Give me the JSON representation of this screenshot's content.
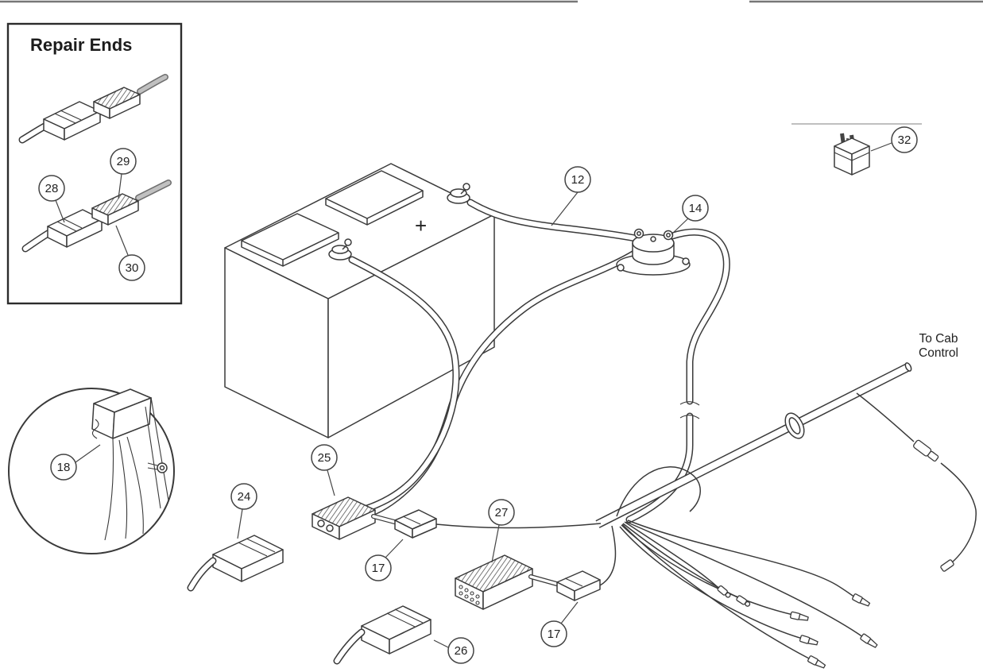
{
  "colors": {
    "ink": "#3a3a3a",
    "cable_gray": "#a9a9a9",
    "background": "#ffffff"
  },
  "repair_ends": {
    "title": "Repair Ends"
  },
  "battery": {
    "positive_label": "+"
  },
  "harness": {
    "to_cab_line1": "To Cab",
    "to_cab_line2": "Control"
  },
  "callouts": {
    "c12": "12",
    "c14": "14",
    "c17a": "17",
    "c17b": "17",
    "c18": "18",
    "c24": "24",
    "c25": "25",
    "c26": "26",
    "c27": "27",
    "c28": "28",
    "c29": "29",
    "c30": "30",
    "c32": "32"
  }
}
